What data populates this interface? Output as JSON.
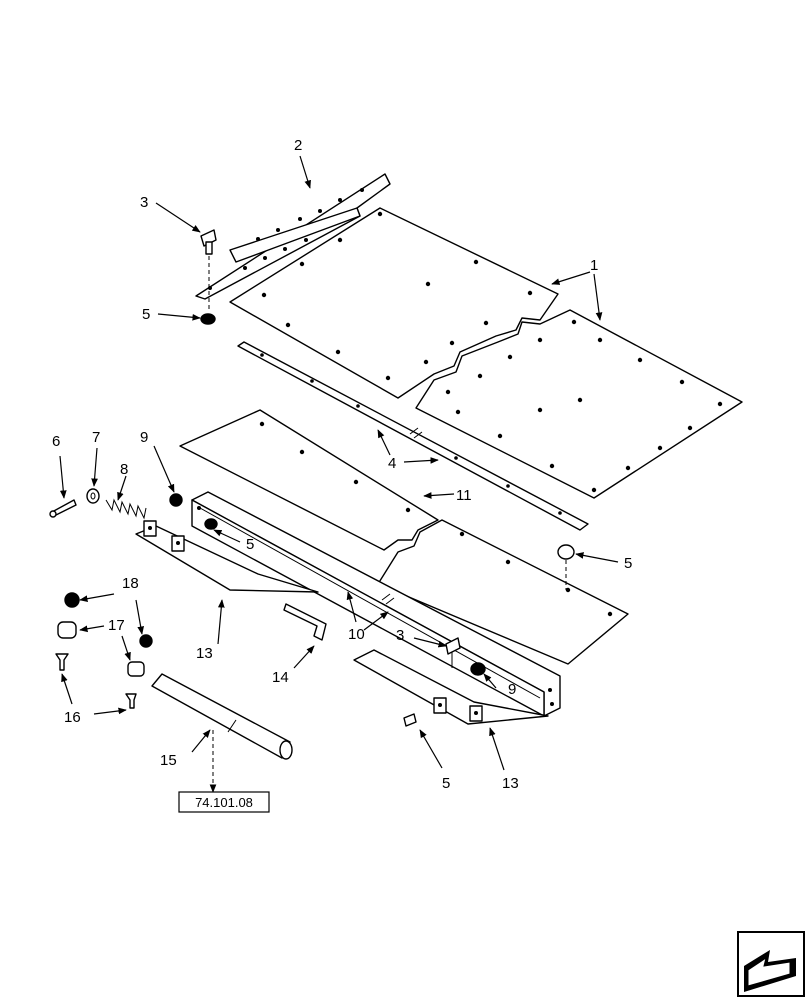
{
  "callouts": {
    "c1": "1",
    "c2": "2",
    "c3a": "3",
    "c3b": "3",
    "c4": "4",
    "c5a": "5",
    "c5b": "5",
    "c5c": "5",
    "c5d": "5",
    "c6": "6",
    "c7": "7",
    "c8": "8",
    "c9a": "9",
    "c9b": "9",
    "c10": "10",
    "c11": "11",
    "c13a": "13",
    "c13b": "13",
    "c14": "14",
    "c15": "15",
    "c16": "16",
    "c17": "17",
    "c18": "18"
  },
  "reference_box": "74.101.08",
  "nav_icon": "next-page-arrow-icon"
}
